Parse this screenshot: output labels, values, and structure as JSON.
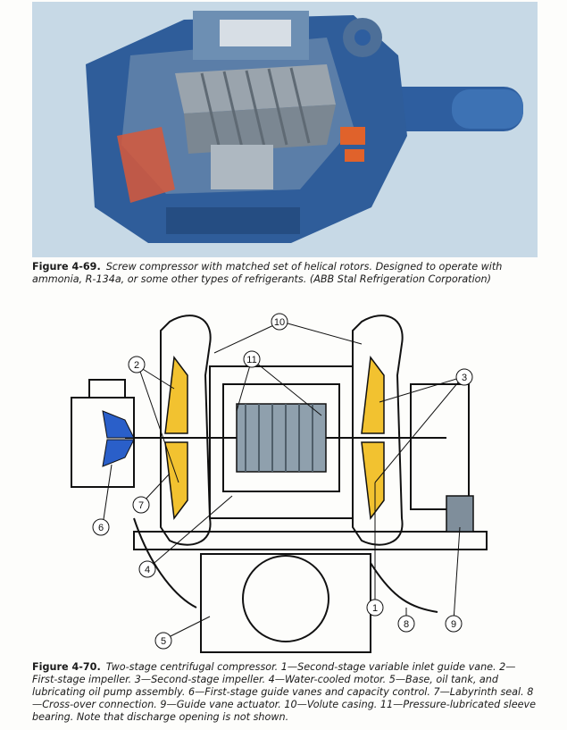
{
  "figure_69": {
    "number": "Figure 4-69.",
    "caption": "Screw compressor with matched set of helical rotors. Designed to operate with ammonia, R-134a, or some other types of refrigerants. (ABB Stal Refrigeration Corporation)"
  },
  "figure_70": {
    "number": "Figure 4-70.",
    "caption": "Two-stage centrifugal compressor. 1—Second-stage variable inlet guide vane. 2—First-stage impeller. 3—Second-stage impeller. 4—Water-cooled motor. 5—Base, oil tank, and lubricating oil pump assembly. 6—First-stage guide vanes and capacity control. 7—Labyrinth seal. 8—Cross-over connection. 9—Guide vane actuator. 10—Volute casing. 11—Pressure-lubricated sleeve bearing. Note that discharge opening is not shown.",
    "callouts": [
      "1",
      "2",
      "3",
      "4",
      "5",
      "6",
      "7",
      "8",
      "9",
      "10",
      "11"
    ]
  },
  "colors": {
    "casing_blue": "#2f5d9a",
    "rotor_gray": "#8d99a3",
    "impeller_yellow": "#f2c230",
    "vane_blue": "#2a5fc9",
    "accent_orange": "#e0622b"
  }
}
